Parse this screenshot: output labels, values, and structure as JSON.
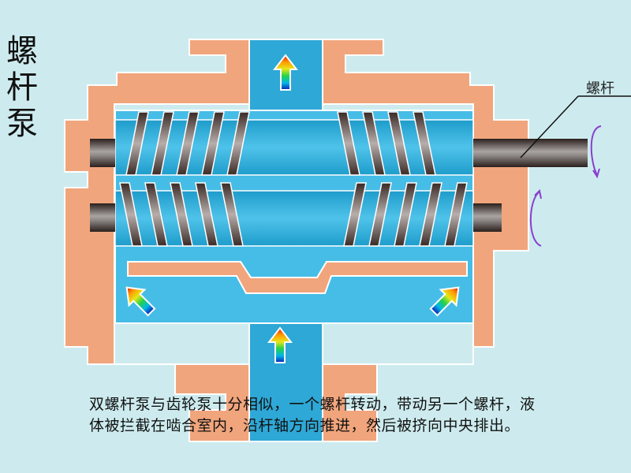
{
  "title": {
    "chars": [
      "螺",
      "杆",
      "泵"
    ],
    "text": "螺杆泵"
  },
  "labels": {
    "screw": "螺杆"
  },
  "caption": {
    "line1": "双螺杆泵与齿轮泵十分相似，一个螺杆转动，带动另一个螺杆，液",
    "line2": "体被拦截在啮合室内，沿杆轴方向推进，然后被挤向中央排出。"
  },
  "colors": {
    "background": "#cdebee",
    "casing": "#f1a57c",
    "fluid": "#3cb8e0",
    "fluid_dark": "#2a9fcc",
    "screw": "#5a4c48",
    "rotation_arrow": "#8a3fd1"
  },
  "flow_arrows": [
    {
      "id": "outlet-top",
      "direction": "up"
    },
    {
      "id": "inlet-bottom",
      "direction": "up"
    },
    {
      "id": "inlet-left",
      "direction": "up-left"
    },
    {
      "id": "inlet-right",
      "direction": "up-right"
    }
  ],
  "rotation_indicators": [
    {
      "id": "upper-shaft",
      "direction": "clockwise"
    },
    {
      "id": "lower-shaft",
      "direction": "counter-clockwise"
    }
  ]
}
